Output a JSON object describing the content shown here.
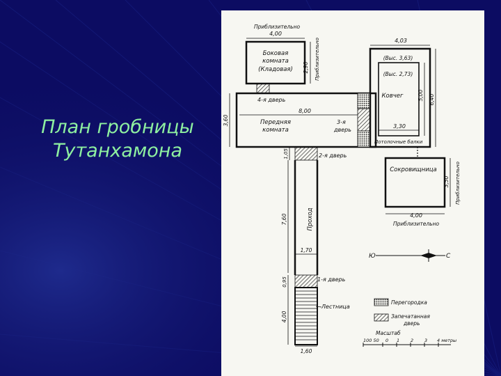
{
  "slide": {
    "title_line1": "План гробницы",
    "title_line2": "Тутанхамона",
    "colors": {
      "background": "#0c0c62",
      "title": "#8ef0a0",
      "plan_paper": "#f7f7f2",
      "ink": "#111111"
    }
  },
  "plan": {
    "rooms": {
      "annex": {
        "line1": "Боковая",
        "line2": "комната",
        "line3": "(Кладовая)"
      },
      "antechamber": {
        "line1": "Передняя",
        "line2": "комната"
      },
      "burial": {
        "label": "Ковчег",
        "height_label1": "(Выс. 3,63)",
        "height_label2": "(Выс. 2,73)"
      },
      "treasury": {
        "label": "Сокровищница"
      },
      "corridor": {
        "label": "Проход"
      },
      "stairs": {
        "label": "Лестница"
      }
    },
    "doors": {
      "door1": "1-я дверь",
      "door2": "2-я дверь",
      "door3_line1": "3-я",
      "door3_line2": "дверь",
      "door4": "4-я дверь",
      "beams": "Потолочные балки"
    },
    "dimensions": {
      "approx_top": "Приблизительно",
      "annex_width": "4,00",
      "annex_height": "2,90",
      "annex_height_note": "Приблизительно",
      "burial_width": "4,03",
      "burial_len1": "5,00",
      "burial_len2": "6,40",
      "ante_width": "8,00",
      "ante_depth": "3,60",
      "ark_width": "3,30",
      "door2_depth": "1,05",
      "treasury_depth": "3,50",
      "treasury_note": "Приблизительно",
      "treasury_width": "4,00",
      "treasury_width_note": "Приблизительно",
      "corridor_len": "7,60",
      "corridor_width": "1,70",
      "door1_depth": "0,95",
      "stairs_len": "4,00",
      "stairs_width": "1,60"
    },
    "compass": {
      "west": "Ю",
      "east": "С"
    },
    "legend": {
      "partition": "Перегородка",
      "sealed_line1": "Запечатанная",
      "sealed_line2": "дверь",
      "scale_title": "Масштаб",
      "scale_values": [
        "100 50",
        "0",
        "1",
        "2",
        "3",
        "4 метры"
      ]
    }
  }
}
